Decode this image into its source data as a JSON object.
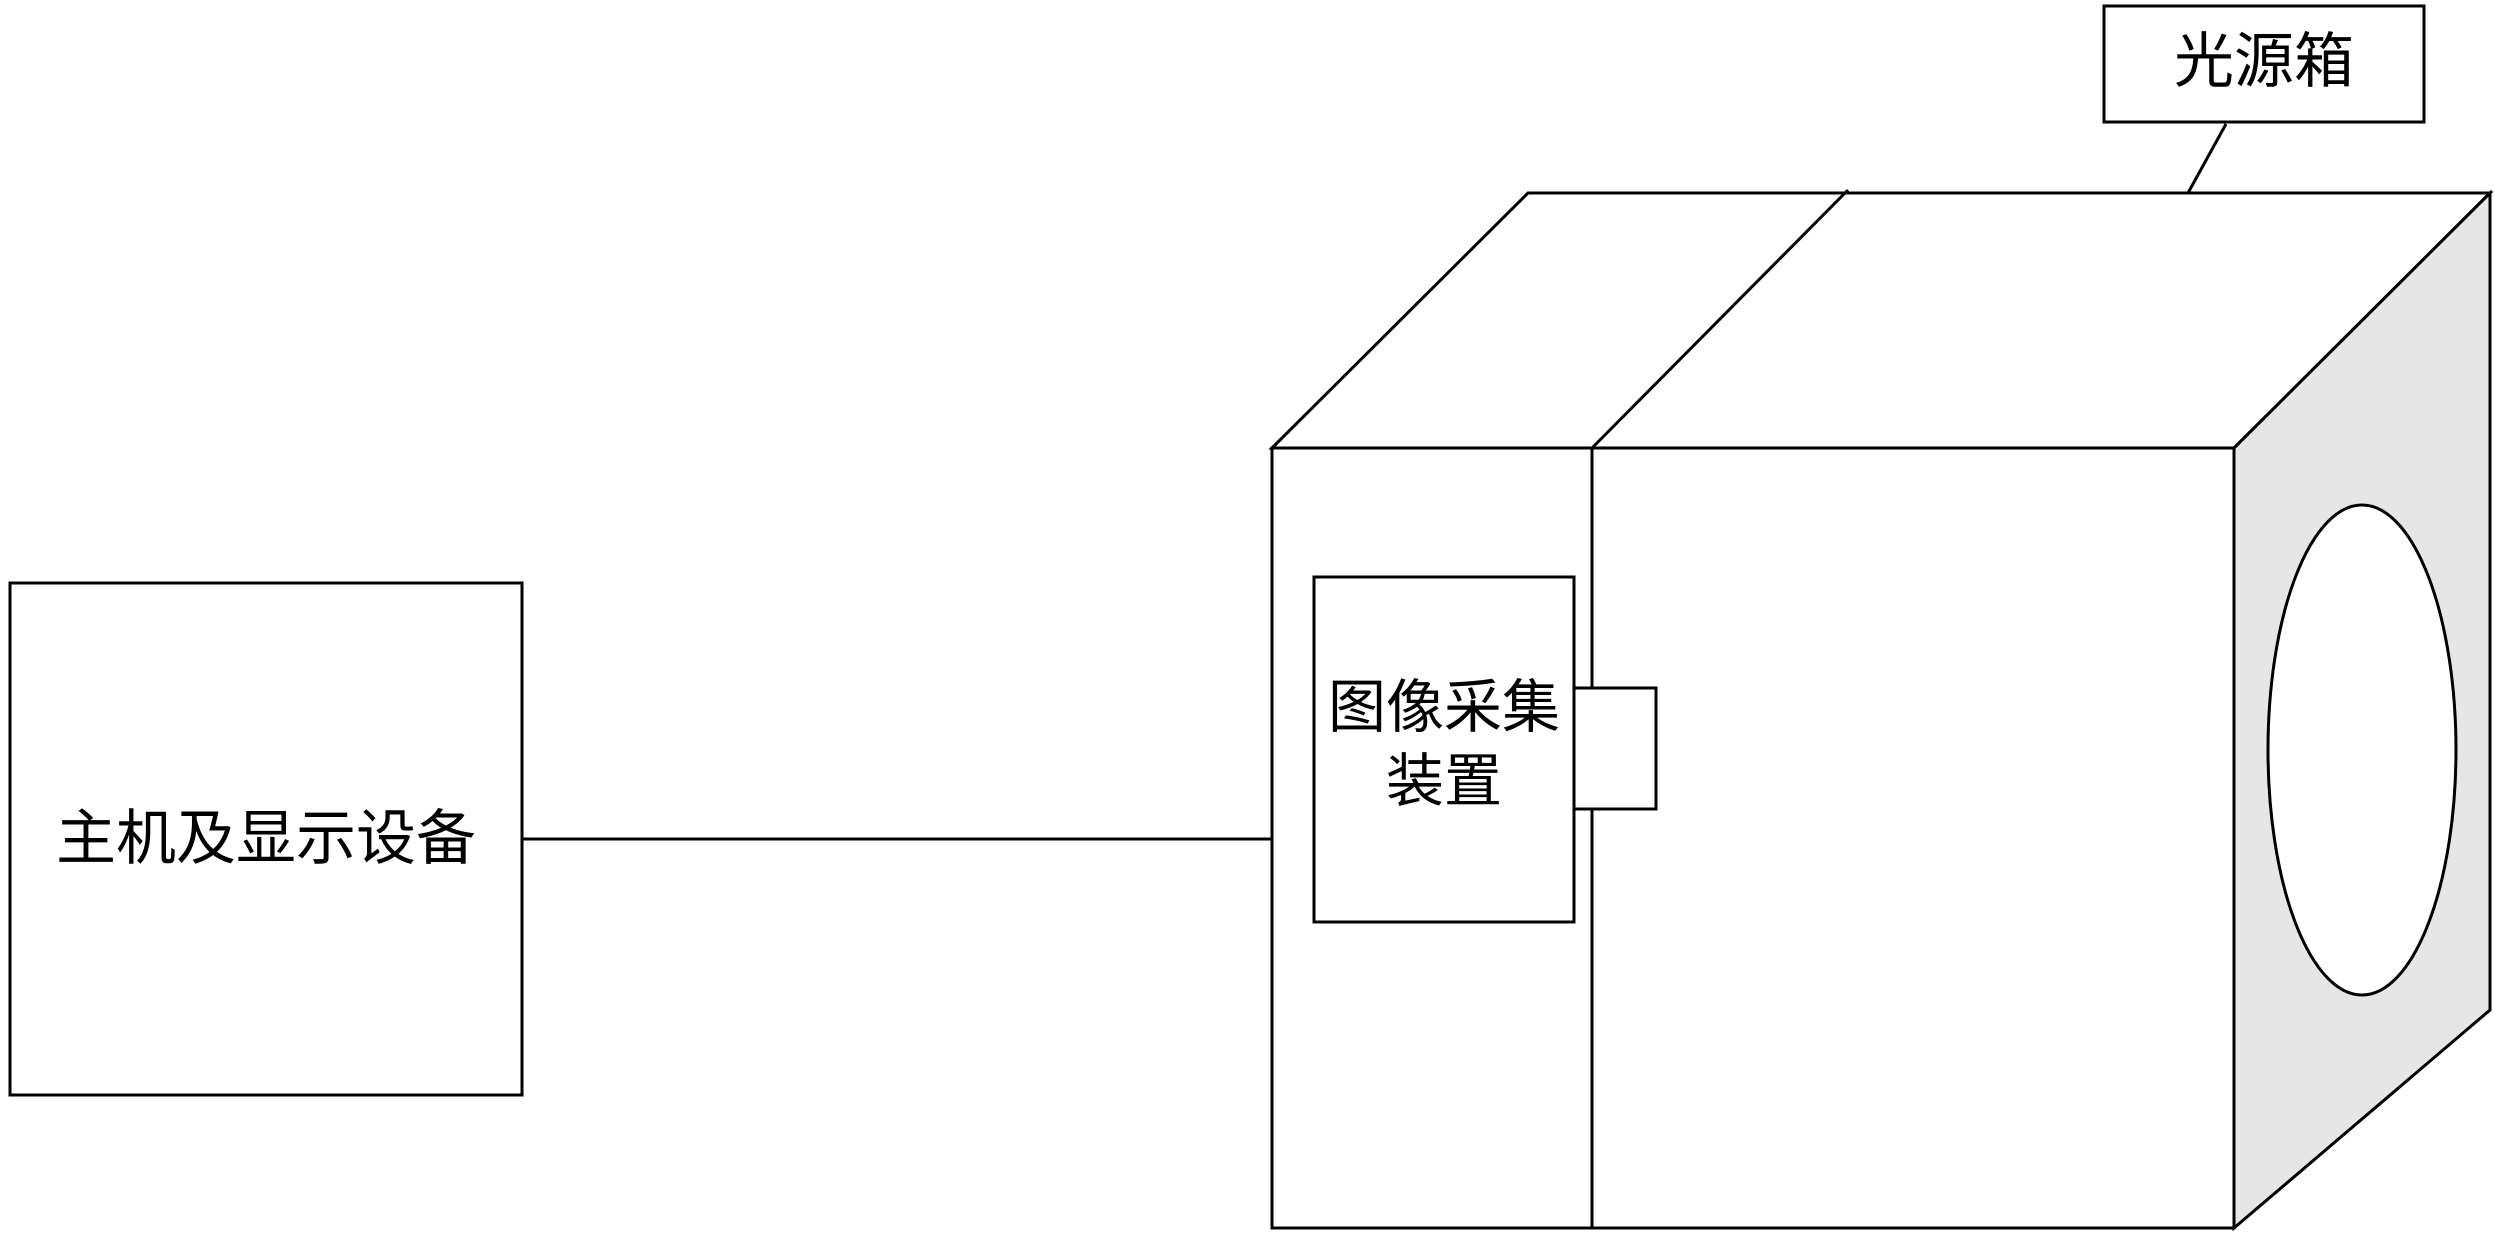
{
  "diagram": {
    "nodes": {
      "host": {
        "label": "主机及显示设备"
      },
      "light_box": {
        "label": "光源箱"
      },
      "camera": {
        "label_line1": "图像采集",
        "label_line2": "装置"
      }
    },
    "colors": {
      "line": "#000000",
      "background": "#ffffff",
      "box_side_face": "#e6e6e6"
    }
  }
}
